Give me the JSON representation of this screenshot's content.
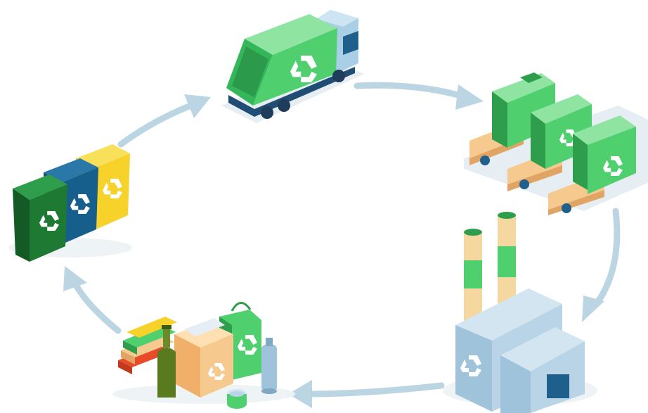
{
  "diagram": {
    "type": "recycling-cycle",
    "stages": [
      {
        "id": "sorting-bins",
        "icon": "recycling-bins-icon"
      },
      {
        "id": "collection",
        "icon": "garbage-truck-icon"
      },
      {
        "id": "sorting-facility",
        "icon": "conveyor-sorting-machines-icon"
      },
      {
        "id": "processing-plant",
        "icon": "recycling-factory-icon"
      },
      {
        "id": "new-products",
        "icon": "recycled-products-icon"
      }
    ],
    "flow": "clockwise"
  },
  "colors": {
    "arrow": "#bcd5e3",
    "green": "#4fcf6e",
    "green_dark": "#2f9e4c",
    "bin_green": "#1e7a32",
    "bin_blue": "#165f8c",
    "bin_yellow": "#f6d22b",
    "truck_cab": "#a9cfe6",
    "conveyor": "#f6c98f",
    "factory": "#b8d4e6",
    "chimney": "#f4d8a0"
  }
}
